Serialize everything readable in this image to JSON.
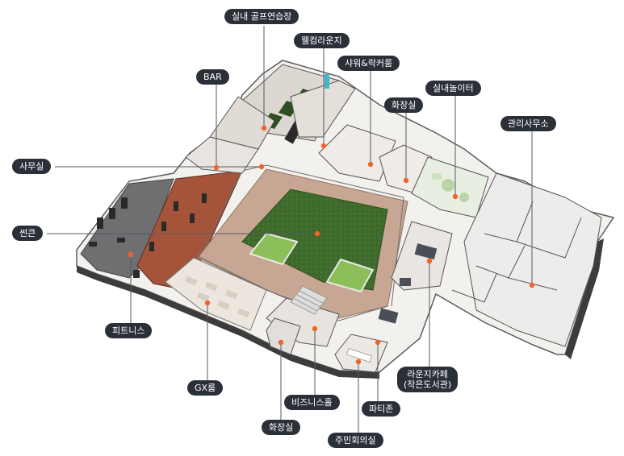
{
  "colors": {
    "label_bg": "#2b3038",
    "label_text": "#ffffff",
    "leader_line": "#555a63",
    "marker": "#f0632a",
    "grass": "#3f6b2c",
    "deck": "#c7a794",
    "gym_floor": "#a5543a"
  },
  "labels": {
    "golf": "실내 골프연습장",
    "welcome_lounge": "웰컴라운지",
    "shower_locker": "샤워&락커룸",
    "bar": "BAR",
    "restroom_top": "화장실",
    "kids_room": "실내놀이터",
    "management": "관리사무소",
    "office": "사무실",
    "sunken": "썬큰",
    "fitness": "피트니스",
    "gx_room": "GX룸",
    "restroom_bottom": "화장실",
    "business_hall": "비즈니스홀",
    "party_zone": "파티존",
    "community_room": "주민회의실",
    "lounge_cafe_line1": "라운지카페",
    "lounge_cafe_line2": "(작은도서관)"
  }
}
